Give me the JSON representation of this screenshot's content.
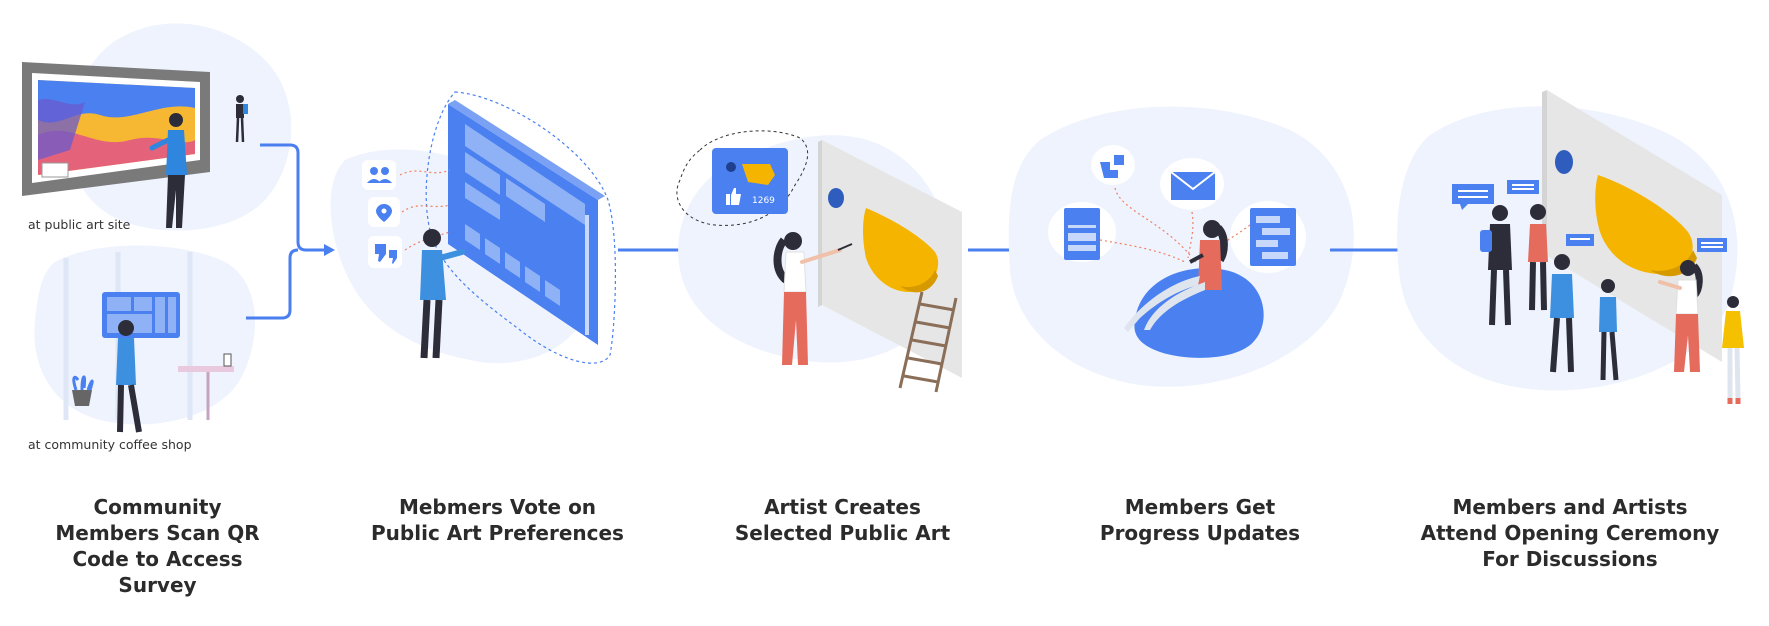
{
  "captions": {
    "public_art_site": "at public art site",
    "coffee_shop": "at community coffee shop"
  },
  "steps": [
    {
      "lines": [
        "Community",
        "Members Scan QR",
        "Code to Access",
        "Survey"
      ]
    },
    {
      "lines": [
        "Mebmers Vote on",
        "Public Art Preferences"
      ]
    },
    {
      "lines": [
        "Artist Creates",
        "Selected Public Art"
      ]
    },
    {
      "lines": [
        "Members Get",
        "Progress Updates"
      ]
    },
    {
      "lines": [
        "Members and Artists",
        "Attend Opening Ceremony",
        "For Discussions"
      ]
    }
  ],
  "vote_card": {
    "like_count": "1269"
  },
  "colors": {
    "blob": "#eef3fd",
    "accent_blue": "#4a80f0",
    "arrow_blue": "#4a7ff0",
    "yellow": "#f5b400",
    "coral": "#e56b5d",
    "dark": "#2d2d3a",
    "gray": "#7a7a7a"
  }
}
